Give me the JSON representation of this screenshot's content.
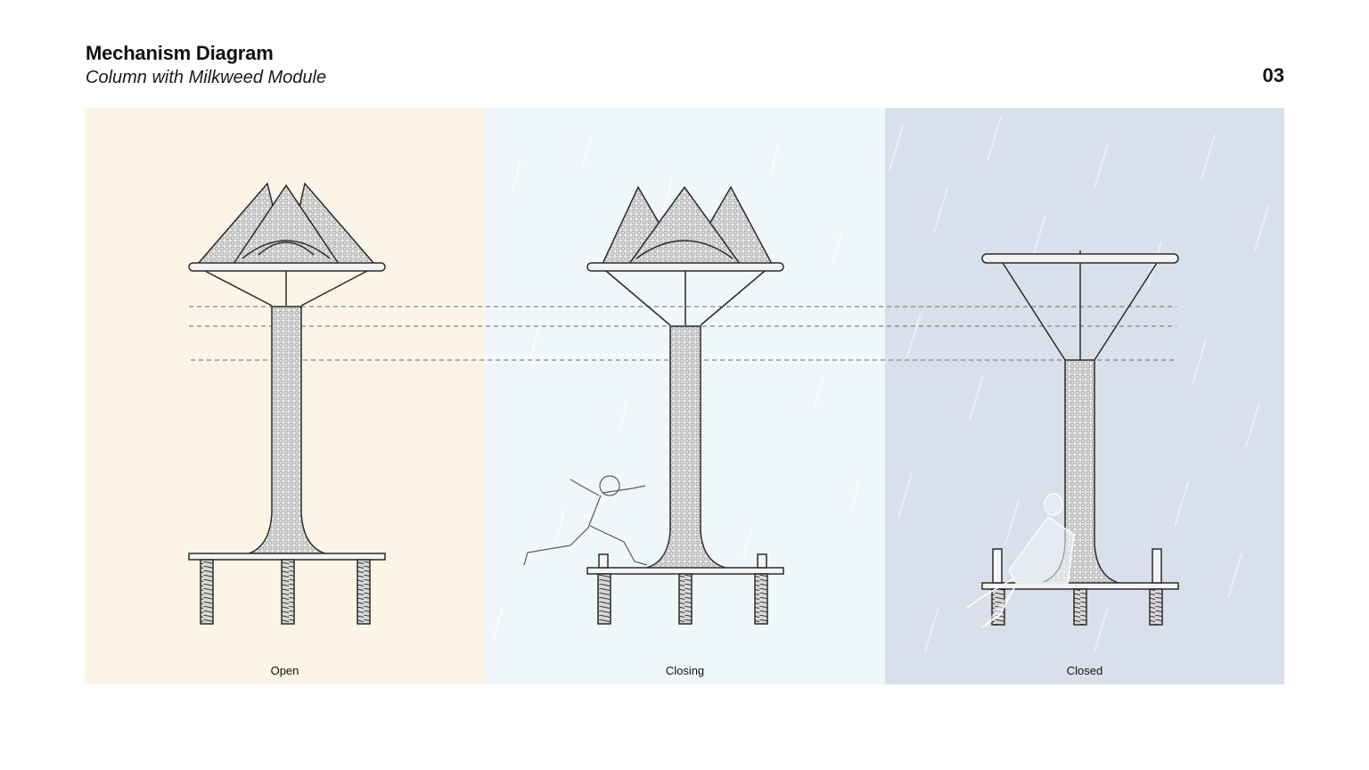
{
  "header": {
    "title": "Mechanism Diagram",
    "subtitle": "Column with Milkweed Module",
    "page_number": "03"
  },
  "panels": [
    {
      "label": "Open",
      "background": "#fcf5e5"
    },
    {
      "label": "Closing",
      "background": "#eff7fb"
    },
    {
      "label": "Closed",
      "background": "#d9e0eb"
    }
  ],
  "colors": {
    "line": "#2a2a2a",
    "mesh": "#c9c9c9",
    "rain": "#ffffff"
  }
}
